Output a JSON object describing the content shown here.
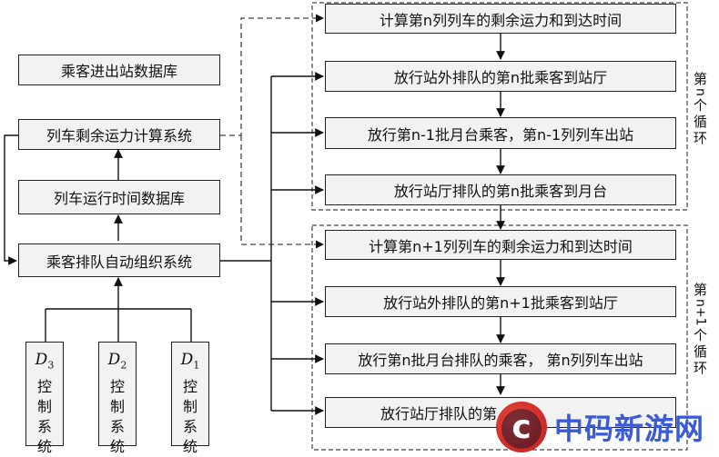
{
  "left": {
    "db_in_out": "乘客进出站数据库",
    "capacity_system": "列车剩余运力计算系统",
    "timetable_db": "列车运行时间数据库",
    "auto_org_system": "乘客排队自动组织系统"
  },
  "controls": [
    {
      "d": "D",
      "sub": "3",
      "label": [
        "控",
        "制",
        "系",
        "统"
      ]
    },
    {
      "d": "D",
      "sub": "2",
      "label": [
        "控",
        "制",
        "系",
        "统"
      ]
    },
    {
      "d": "D",
      "sub": "1",
      "label": [
        "控",
        "制",
        "系",
        "统"
      ]
    }
  ],
  "cycle_n": {
    "label_parts": [
      "第",
      "n",
      "个",
      "循",
      "环"
    ],
    "steps": [
      "计算第n列列车的剩余运力和到达时间",
      "放行站外排队的第n批乘客到站厅",
      "放行第n-1批月台乘客，第n-1列列车出站",
      "放行站厅排队的第n批乘客到月台"
    ]
  },
  "cycle_n1": {
    "label_parts": [
      "第",
      "n+1",
      "个",
      "循",
      "环"
    ],
    "steps": [
      "计算第n+1列列车的剩余运力和到达时间",
      "放行站外排队的第n+1批乘客到站厅",
      "放行第n批月台排队的乘客， 第n列列车出站",
      "放行站厅排队的第"
    ]
  },
  "watermark": {
    "text": "中码新游网",
    "logo": "c"
  }
}
